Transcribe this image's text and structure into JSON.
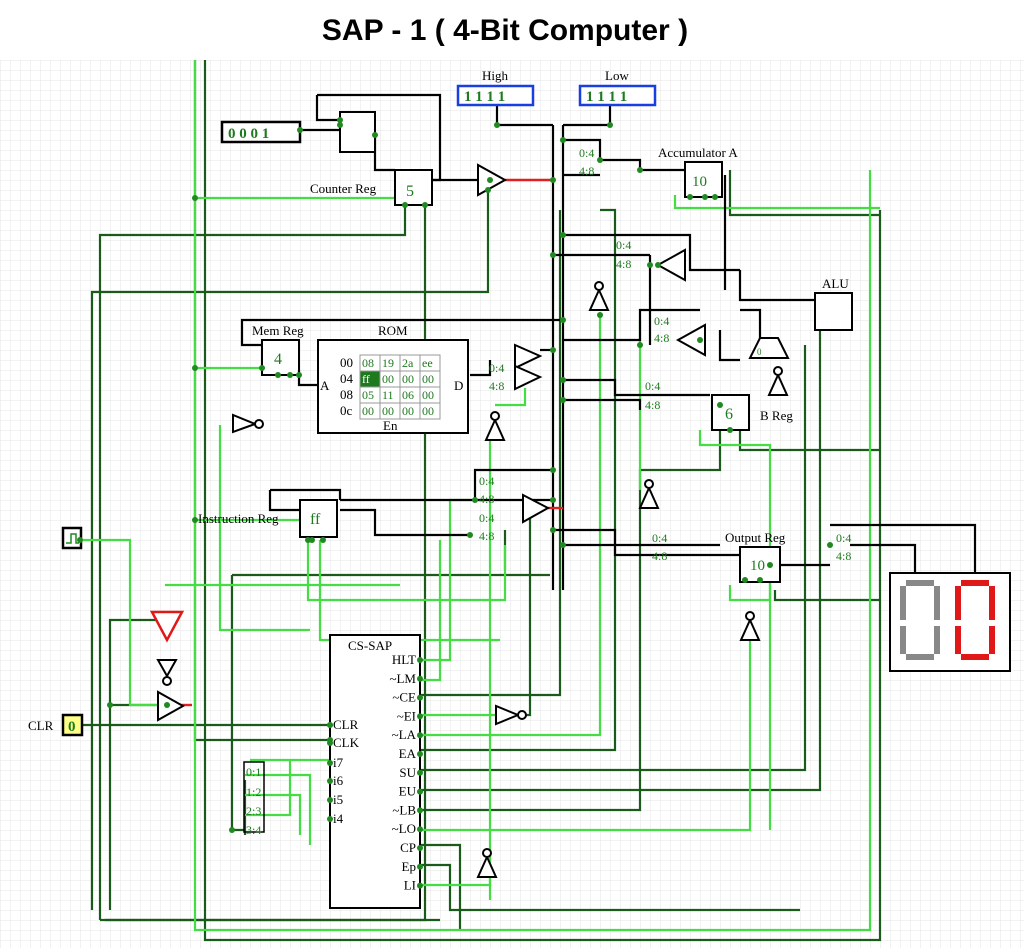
{
  "title": "SAP - 1 ( 4-Bit Computer )",
  "probes": {
    "high_label": "High",
    "high_value": "1 1 1 1",
    "low_label": "Low",
    "low_value": "1 1 1 1"
  },
  "input_pins": {
    "counter_input": "0 0 0 1",
    "clr_label": "CLR",
    "clr_value": "0"
  },
  "registers": {
    "counter_reg": {
      "label": "Counter Reg",
      "value": "5"
    },
    "accumulator_a": {
      "label": "Accumulator A",
      "value": "10"
    },
    "mem_reg": {
      "label": "Mem Reg",
      "value": "4"
    },
    "instruction_reg": {
      "label": "Instruction Reg",
      "value": "ff"
    },
    "b_reg": {
      "label": "B Reg",
      "value": "6"
    },
    "output_reg": {
      "label": "Output Reg",
      "value": "10"
    },
    "alu": {
      "label": "ALU",
      "adder_mark": "0"
    }
  },
  "rom": {
    "label": "ROM",
    "addr_pin": "A",
    "data_pin": "D",
    "enable_pin": "En",
    "rows": [
      {
        "addr": "00",
        "cells": [
          "08",
          "19",
          "2a",
          "ee"
        ]
      },
      {
        "addr": "04",
        "cells": [
          "ff",
          "00",
          "00",
          "00"
        ]
      },
      {
        "addr": "08",
        "cells": [
          "05",
          "11",
          "06",
          "00"
        ]
      },
      {
        "addr": "0c",
        "cells": [
          "00",
          "00",
          "00",
          "00"
        ]
      }
    ],
    "highlight_cell": "ff"
  },
  "splitters": {
    "low_nibble": "0:4",
    "high_nibble": "4:8",
    "ir_bits": [
      "0:1",
      "1:2",
      "2:3",
      "3:4"
    ]
  },
  "control_unit": {
    "label": "CS-SAP",
    "inputs_left": [
      "CLR",
      "CLK",
      "i7",
      "i6",
      "i5",
      "i4"
    ],
    "outputs_right": [
      "HLT",
      "~LM",
      "~CE",
      "~EI",
      "~LA",
      "EA",
      "SU",
      "EU",
      "~LB",
      "~LO",
      "CP",
      "Ep",
      "LI"
    ]
  },
  "display": {
    "digits": [
      "0",
      "0"
    ],
    "colors": {
      "off": "#888888",
      "on": "#e01818"
    }
  },
  "colors": {
    "wire_dark": "#1a5a1a",
    "wire_light": "#44dd44",
    "bus": "#000000",
    "probe_border": "#1a3fe0",
    "active_wire": "#e02020"
  }
}
